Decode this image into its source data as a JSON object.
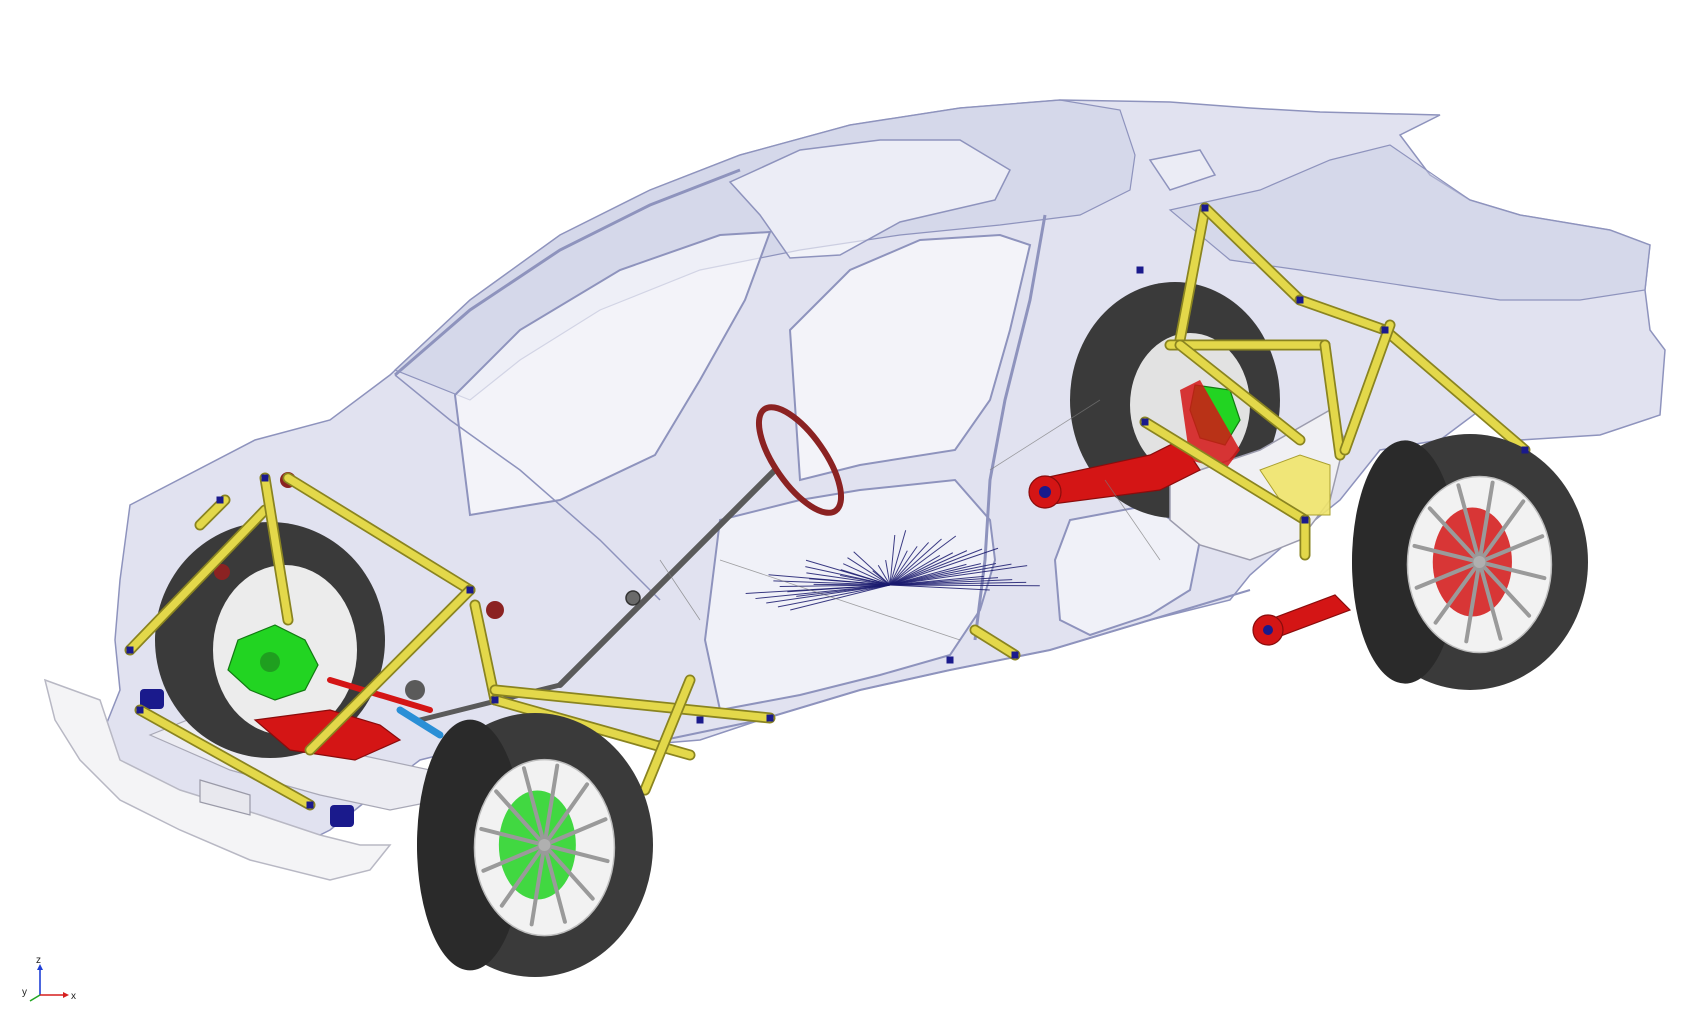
{
  "viewport": {
    "background": "#ffffff"
  },
  "model": {
    "body_color": "#c8cbe3",
    "body_edge_color": "#8e93bd",
    "strut_color": "#e3d84a",
    "strut_edge_color": "#8a8420",
    "tire_color": "#3a3a3a",
    "rim_color": "#f2f2f2",
    "spoke_color": "#9a9a9a",
    "arm_color": "#d41515",
    "knuckle_color": "#22d422",
    "bushing_color": "#1a1a8c",
    "steering_color": "#8b2222",
    "fan_color": "#1a1a6e"
  },
  "triad": {
    "z_label": "z",
    "y_label": "y",
    "x_label": "x",
    "z_color": "#1f3fd6",
    "y_color": "#21a621",
    "x_color": "#d61f1f"
  }
}
